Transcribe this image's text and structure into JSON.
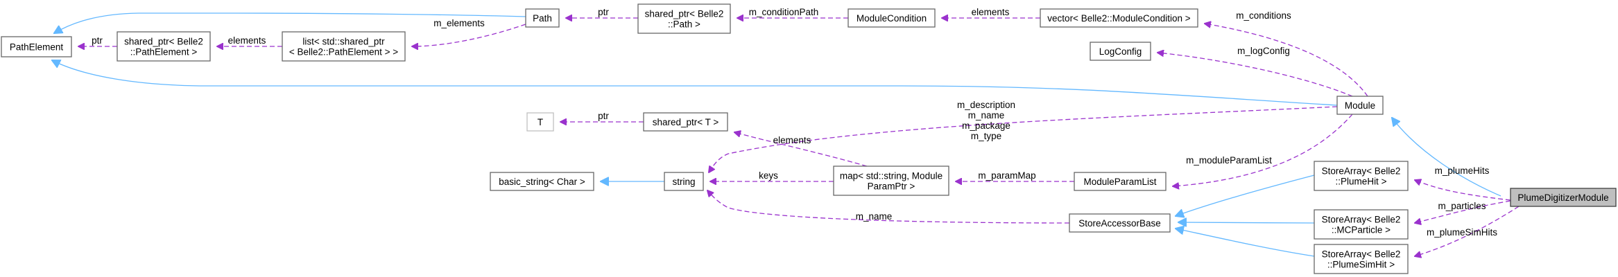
{
  "nodes": {
    "path_element": {
      "lines": [
        "PathElement"
      ]
    },
    "shared_ptr_path_element": {
      "lines": [
        "shared_ptr< Belle2",
        "::PathElement >"
      ]
    },
    "list_shared_ptr": {
      "lines": [
        "list< std::shared_ptr",
        "< Belle2::PathElement > >"
      ]
    },
    "path": {
      "lines": [
        "Path"
      ]
    },
    "shared_ptr_path": {
      "lines": [
        "shared_ptr< Belle2",
        "::Path >"
      ]
    },
    "module_condition": {
      "lines": [
        "ModuleCondition"
      ]
    },
    "vector_module_condition": {
      "lines": [
        "vector< Belle2::ModuleCondition >"
      ]
    },
    "log_config": {
      "lines": [
        "LogConfig"
      ]
    },
    "module": {
      "lines": [
        "Module"
      ]
    },
    "t": {
      "lines": [
        "T"
      ]
    },
    "shared_ptr_t": {
      "lines": [
        "shared_ptr< T >"
      ]
    },
    "basic_string": {
      "lines": [
        "basic_string< Char >"
      ]
    },
    "string": {
      "lines": [
        "string"
      ]
    },
    "map_string": {
      "lines": [
        "map< std::string, Module",
        "ParamPtr >"
      ]
    },
    "module_param_list": {
      "lines": [
        "ModuleParamList"
      ]
    },
    "store_accessor_base": {
      "lines": [
        "StoreAccessorBase"
      ]
    },
    "store_array_plume_hit": {
      "lines": [
        "StoreArray< Belle2",
        "::PlumeHit >"
      ]
    },
    "store_array_mc_particle": {
      "lines": [
        "StoreArray< Belle2",
        "::MCParticle >"
      ]
    },
    "store_array_plume_sim_hit": {
      "lines": [
        "StoreArray< Belle2",
        "::PlumeSimHit >"
      ]
    },
    "plume_digitizer_module": {
      "lines": [
        "PlumeDigitizerModule"
      ]
    }
  },
  "edge_labels": {
    "ptr_path_element": [
      "ptr"
    ],
    "elements_list": [
      "elements"
    ],
    "m_elements": [
      "m_elements"
    ],
    "ptr_path": [
      "ptr"
    ],
    "m_condition_path": [
      "m_conditionPath"
    ],
    "elements_condition": [
      "elements"
    ],
    "m_conditions": [
      "m_conditions"
    ],
    "m_log_config": [
      "m_logConfig"
    ],
    "ptr_t": [
      "ptr"
    ],
    "elements_map": [
      "elements"
    ],
    "keys": [
      "keys"
    ],
    "m_param_map": [
      "m_paramMap"
    ],
    "module_strings": [
      "m_description",
      "m_name",
      "m_package",
      "m_type"
    ],
    "m_module_param_list": [
      "m_moduleParamList"
    ],
    "m_name_store": [
      "m_name"
    ],
    "m_plume_hits": [
      "m_plumeHits"
    ],
    "m_particles": [
      "m_particles"
    ],
    "m_plume_sim_hits": [
      "m_plumeSimHits"
    ]
  }
}
